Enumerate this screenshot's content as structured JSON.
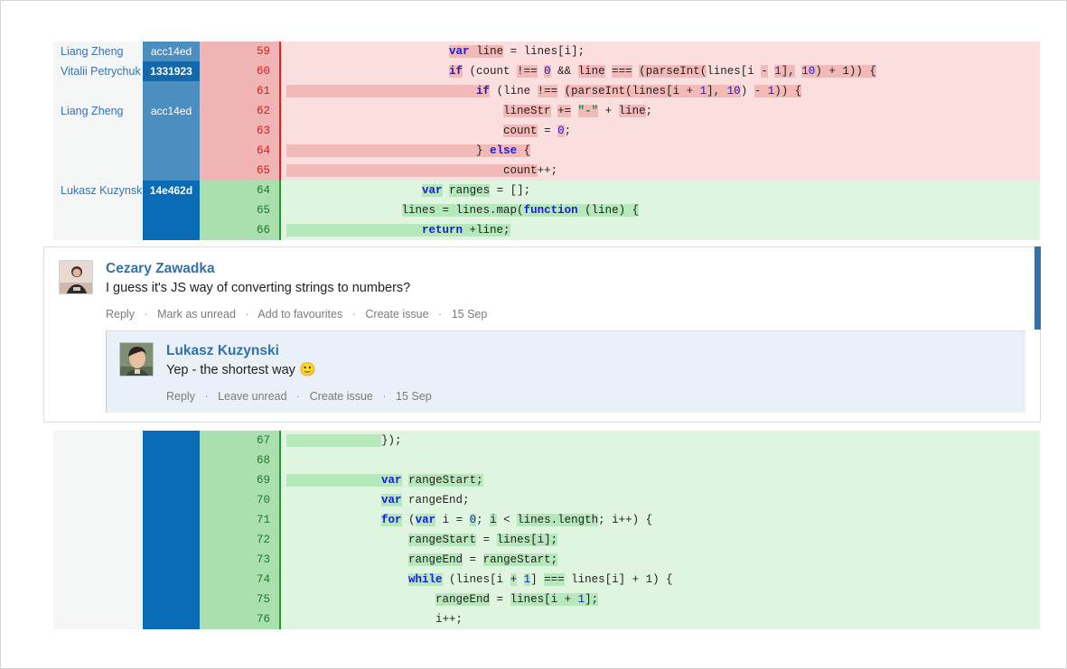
{
  "diff_top": {
    "rows": [
      {
        "author": "Liang Zheng",
        "hash": "acc14ed",
        "hash_shade": "shade-a",
        "lineno": "59",
        "type": "del",
        "tokens": [
          {
            "t": "                        ",
            "c": "pl",
            "h": false
          },
          {
            "t": "var",
            "c": "kw",
            "h": true
          },
          {
            "t": " ",
            "c": "pl",
            "h": true
          },
          {
            "t": "line",
            "c": "pl",
            "h": true
          },
          {
            "t": " ",
            "c": "pl",
            "h": false
          },
          {
            "t": "= lines[i];",
            "c": "pl",
            "h": false
          }
        ]
      },
      {
        "author": "Vitalii Petrychuk",
        "hash": "1331923",
        "hash_shade": "shade-b",
        "lineno": "60",
        "type": "del",
        "tokens": [
          {
            "t": "                        ",
            "c": "pl",
            "h": false
          },
          {
            "t": "if",
            "c": "kw",
            "h": true
          },
          {
            "t": " (count ",
            "c": "pl",
            "h": false
          },
          {
            "t": "!==",
            "c": "op",
            "h": true
          },
          {
            "t": " ",
            "c": "pl",
            "h": false
          },
          {
            "t": "0",
            "c": "num",
            "h": true
          },
          {
            "t": " && ",
            "c": "pl",
            "h": false
          },
          {
            "t": "line",
            "c": "pl",
            "h": true
          },
          {
            "t": " ",
            "c": "pl",
            "h": false
          },
          {
            "t": "===",
            "c": "op",
            "h": true
          },
          {
            "t": " ",
            "c": "pl",
            "h": false
          },
          {
            "t": "(parseInt(",
            "c": "pl",
            "h": true
          },
          {
            "t": "lines[i ",
            "c": "pl",
            "h": false
          },
          {
            "t": "-",
            "c": "op",
            "h": true
          },
          {
            "t": " ",
            "c": "pl",
            "h": false
          },
          {
            "t": "1",
            "c": "num",
            "h": true
          },
          {
            "t": "],",
            "c": "pl",
            "h": true
          },
          {
            "t": " ",
            "c": "pl",
            "h": false
          },
          {
            "t": "10",
            "c": "num",
            "h": true
          },
          {
            "t": ") + 1)) {",
            "c": "pl",
            "h": true
          }
        ]
      },
      {
        "author": "",
        "hash": "",
        "hash_shade": "blank",
        "lineno": "61",
        "type": "del",
        "tokens": [
          {
            "t": "                            ",
            "c": "pl",
            "h": true
          },
          {
            "t": "if",
            "c": "kw",
            "h": true
          },
          {
            "t": " (line ",
            "c": "pl",
            "h": false
          },
          {
            "t": "!==",
            "c": "op",
            "h": true
          },
          {
            "t": " ",
            "c": "pl",
            "h": false
          },
          {
            "t": "(parseInt(lines[i + ",
            "c": "pl",
            "h": true
          },
          {
            "t": "1",
            "c": "num",
            "h": true
          },
          {
            "t": "], ",
            "c": "pl",
            "h": true
          },
          {
            "t": "10",
            "c": "num",
            "h": true
          },
          {
            "t": ")",
            "c": "pl",
            "h": false
          },
          {
            "t": " ",
            "c": "pl",
            "h": false
          },
          {
            "t": "-",
            "c": "op",
            "h": true
          },
          {
            "t": " ",
            "c": "pl",
            "h": true
          },
          {
            "t": "1",
            "c": "num",
            "h": true
          },
          {
            "t": ")) {",
            "c": "pl",
            "h": true
          }
        ]
      },
      {
        "author": "Liang Zheng",
        "hash": "acc14ed",
        "hash_shade": "shade-a",
        "lineno": "62",
        "type": "del",
        "tokens": [
          {
            "t": "                                ",
            "c": "pl",
            "h": false
          },
          {
            "t": "lineStr",
            "c": "pl",
            "h": true
          },
          {
            "t": " ",
            "c": "pl",
            "h": false
          },
          {
            "t": "+=",
            "c": "op",
            "h": true
          },
          {
            "t": " ",
            "c": "pl",
            "h": false
          },
          {
            "t": "\"-\"",
            "c": "str",
            "h": true
          },
          {
            "t": " + ",
            "c": "pl",
            "h": false
          },
          {
            "t": "line",
            "c": "pl",
            "h": true
          },
          {
            "t": ";",
            "c": "pl",
            "h": false
          }
        ]
      },
      {
        "author": "",
        "hash": "",
        "hash_shade": "blank",
        "lineno": "63",
        "type": "del",
        "tokens": [
          {
            "t": "                                ",
            "c": "pl",
            "h": false
          },
          {
            "t": "count",
            "c": "pl",
            "h": true
          },
          {
            "t": " = ",
            "c": "pl",
            "h": false
          },
          {
            "t": "0",
            "c": "num",
            "h": true
          },
          {
            "t": ";",
            "c": "pl",
            "h": false
          }
        ]
      },
      {
        "author": "",
        "hash": "",
        "hash_shade": "blank",
        "lineno": "64",
        "type": "del",
        "tokens": [
          {
            "t": "                            ",
            "c": "pl",
            "h": true
          },
          {
            "t": "} ",
            "c": "pl",
            "h": true
          },
          {
            "t": "else",
            "c": "kw",
            "h": true
          },
          {
            "t": " {",
            "c": "pl",
            "h": true
          }
        ]
      },
      {
        "author": "",
        "hash": "",
        "hash_shade": "blank",
        "lineno": "65",
        "type": "del",
        "tokens": [
          {
            "t": "                                ",
            "c": "pl",
            "h": true
          },
          {
            "t": "count",
            "c": "pl",
            "h": true
          },
          {
            "t": "++;",
            "c": "pl",
            "h": false
          }
        ]
      },
      {
        "author": "Lukasz Kuzynski",
        "hash": "14e462d",
        "hash_shade": "shade-c",
        "lineno": "64",
        "type": "add",
        "tokens": [
          {
            "t": "                    ",
            "c": "pl",
            "h": false
          },
          {
            "t": "var",
            "c": "kw",
            "h": true
          },
          {
            "t": " ",
            "c": "pl",
            "h": false
          },
          {
            "t": "ranges",
            "c": "pl",
            "h": true
          },
          {
            "t": " = [];",
            "c": "pl",
            "h": false
          }
        ]
      },
      {
        "author": "",
        "hash": "",
        "hash_shade": "blank-d",
        "lineno": "65",
        "type": "add",
        "tokens": [
          {
            "t": "                 ",
            "c": "pl",
            "h": false
          },
          {
            "t": "lines = lines.map(",
            "c": "pl",
            "h": true
          },
          {
            "t": "function",
            "c": "kw",
            "h": true
          },
          {
            "t": " (line) {",
            "c": "pl",
            "h": true
          }
        ]
      },
      {
        "author": "",
        "hash": "",
        "hash_shade": "blank-d",
        "lineno": "66",
        "type": "add",
        "tokens": [
          {
            "t": "                    ",
            "c": "pl",
            "h": true
          },
          {
            "t": "return",
            "c": "kw",
            "h": true
          },
          {
            "t": " +line;",
            "c": "pl",
            "h": true
          }
        ]
      }
    ]
  },
  "comment": {
    "author": "Cezary Zawadka",
    "text": "I guess it's JS way of converting strings to numbers?",
    "actions": [
      "Reply",
      "Mark as unread",
      "Add to favourites",
      "Create issue",
      "15 Sep"
    ],
    "separator": "·",
    "accent_color": "#3272a8",
    "reply": {
      "author": "Lukasz Kuzynski",
      "text": "Yep - the shortest way",
      "emoji": "🙂",
      "actions": [
        "Reply",
        "Leave unread",
        "Create issue",
        "15 Sep"
      ]
    }
  },
  "diff_bottom": {
    "rows": [
      {
        "author": "",
        "hash": "",
        "hash_shade": "blank-d",
        "lineno": "67",
        "type": "add",
        "tokens": [
          {
            "t": "              ",
            "c": "pl",
            "h": true
          },
          {
            "t": "});",
            "c": "pl",
            "h": false
          }
        ]
      },
      {
        "author": "",
        "hash": "",
        "hash_shade": "blank-d",
        "lineno": "68",
        "type": "add",
        "tokens": [
          {
            "t": "",
            "c": "pl",
            "h": false
          }
        ]
      },
      {
        "author": "",
        "hash": "",
        "hash_shade": "blank-d",
        "lineno": "69",
        "type": "add",
        "tokens": [
          {
            "t": "              ",
            "c": "pl",
            "h": true
          },
          {
            "t": "var",
            "c": "kw",
            "h": true
          },
          {
            "t": " ",
            "c": "pl",
            "h": false
          },
          {
            "t": "rangeStart;",
            "c": "pl",
            "h": true
          }
        ]
      },
      {
        "author": "",
        "hash": "",
        "hash_shade": "blank-d",
        "lineno": "70",
        "type": "add",
        "tokens": [
          {
            "t": "              ",
            "c": "pl",
            "h": false
          },
          {
            "t": "var",
            "c": "kw",
            "h": true
          },
          {
            "t": " rangeEnd;",
            "c": "pl",
            "h": false
          }
        ]
      },
      {
        "author": "",
        "hash": "",
        "hash_shade": "blank-d",
        "lineno": "71",
        "type": "add",
        "tokens": [
          {
            "t": "              ",
            "c": "pl",
            "h": false
          },
          {
            "t": "for",
            "c": "kw",
            "h": true
          },
          {
            "t": " (",
            "c": "pl",
            "h": false
          },
          {
            "t": "var",
            "c": "kw",
            "h": true
          },
          {
            "t": " i = ",
            "c": "pl",
            "h": false
          },
          {
            "t": "0",
            "c": "num",
            "h": true
          },
          {
            "t": "; ",
            "c": "pl",
            "h": false
          },
          {
            "t": "i",
            "c": "pl",
            "h": true
          },
          {
            "t": " < ",
            "c": "pl",
            "h": false
          },
          {
            "t": "lines.length",
            "c": "pl",
            "h": true
          },
          {
            "t": "; i++) {",
            "c": "pl",
            "h": false
          }
        ]
      },
      {
        "author": "",
        "hash": "",
        "hash_shade": "blank-d",
        "lineno": "72",
        "type": "add",
        "tokens": [
          {
            "t": "                  ",
            "c": "pl",
            "h": false
          },
          {
            "t": "rangeStart",
            "c": "pl",
            "h": true
          },
          {
            "t": " = ",
            "c": "pl",
            "h": false
          },
          {
            "t": "lines[i];",
            "c": "pl",
            "h": true
          }
        ]
      },
      {
        "author": "",
        "hash": "",
        "hash_shade": "blank-d",
        "lineno": "73",
        "type": "add",
        "tokens": [
          {
            "t": "                  ",
            "c": "pl",
            "h": false
          },
          {
            "t": "rangeEnd",
            "c": "pl",
            "h": true
          },
          {
            "t": " = ",
            "c": "pl",
            "h": false
          },
          {
            "t": "rangeStart;",
            "c": "pl",
            "h": true
          }
        ]
      },
      {
        "author": "",
        "hash": "",
        "hash_shade": "blank-d",
        "lineno": "74",
        "type": "add",
        "tokens": [
          {
            "t": "                  ",
            "c": "pl",
            "h": false
          },
          {
            "t": "while",
            "c": "kw",
            "h": true
          },
          {
            "t": " (lines[i ",
            "c": "pl",
            "h": false
          },
          {
            "t": "+",
            "c": "op",
            "h": true
          },
          {
            "t": " ",
            "c": "pl",
            "h": false
          },
          {
            "t": "1",
            "c": "num",
            "h": true
          },
          {
            "t": "] ",
            "c": "pl",
            "h": false
          },
          {
            "t": "===",
            "c": "op",
            "h": true
          },
          {
            "t": " lines[i] + 1) {",
            "c": "pl",
            "h": false
          }
        ]
      },
      {
        "author": "",
        "hash": "",
        "hash_shade": "blank-d",
        "lineno": "75",
        "type": "add",
        "tokens": [
          {
            "t": "                      ",
            "c": "pl",
            "h": false
          },
          {
            "t": "rangeEnd",
            "c": "pl",
            "h": true
          },
          {
            "t": " = ",
            "c": "pl",
            "h": false
          },
          {
            "t": "lines[i + ",
            "c": "pl",
            "h": true
          },
          {
            "t": "1",
            "c": "num",
            "h": true
          },
          {
            "t": "];",
            "c": "pl",
            "h": true
          }
        ]
      },
      {
        "author": "",
        "hash": "",
        "hash_shade": "blank-d",
        "lineno": "76",
        "type": "add",
        "tokens": [
          {
            "t": "                      ",
            "c": "pl",
            "h": false
          },
          {
            "t": "i++;",
            "c": "pl",
            "h": false
          }
        ]
      }
    ]
  }
}
